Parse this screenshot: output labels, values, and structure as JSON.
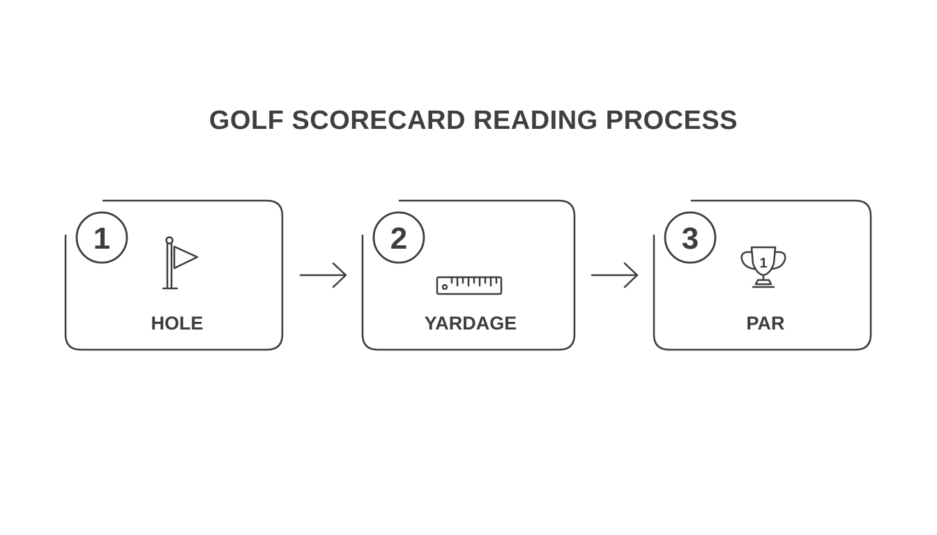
{
  "title": "GOLF SCORECARD READING PROCESS",
  "steps": [
    {
      "number": "1",
      "label": "HOLE",
      "icon": "flag-icon"
    },
    {
      "number": "2",
      "label": "YARDAGE",
      "icon": "ruler-icon"
    },
    {
      "number": "3",
      "label": "PAR",
      "icon": "trophy-icon",
      "icon_text": "1"
    }
  ],
  "colors": {
    "stroke": "#3d3d3d",
    "background": "#ffffff"
  }
}
